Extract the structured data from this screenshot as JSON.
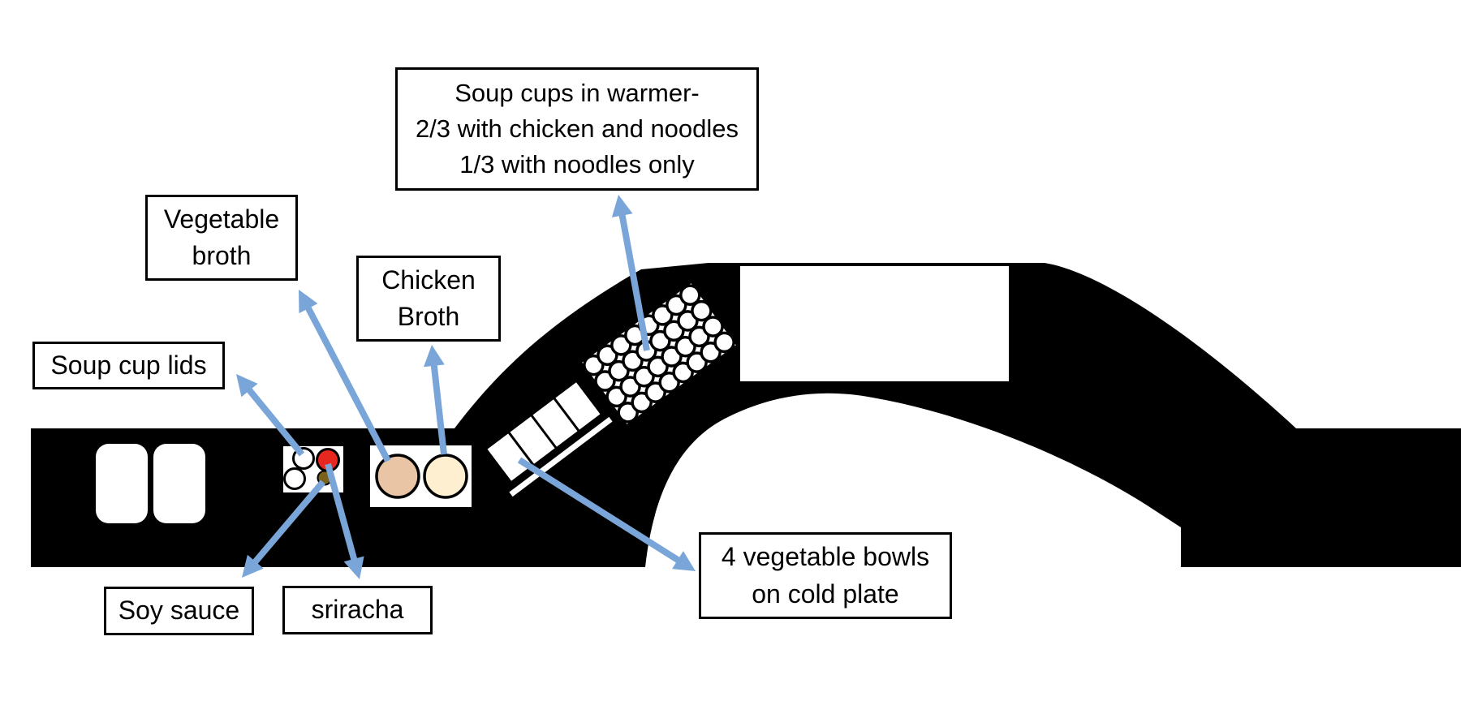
{
  "diagram": {
    "title_context": "soup station counter layout",
    "labels": {
      "warmer": "Soup cups in warmer-\n2/3 with chicken and noodles\n1/3 with noodles only",
      "vegetable_broth": "Vegetable\nbroth",
      "chicken_broth": "Chicken\nBroth",
      "soup_cup_lids": "Soup cup lids",
      "soy_sauce": "Soy sauce",
      "sriracha": "sriracha",
      "vegetable_bowls": "4 vegetable bowls\non cold plate"
    },
    "colors": {
      "counter": "#000000",
      "box_border": "#000000",
      "arrow": "#7aa5d8",
      "sriracha_dot": "#e8281e",
      "soy_sauce_dot": "#7a611c",
      "vegetable_broth_pot": "#eac5a5",
      "chicken_broth_pot": "#fdefcf",
      "white": "#ffffff"
    },
    "warmer_grid": {
      "rows": 4,
      "cols": 8
    }
  }
}
